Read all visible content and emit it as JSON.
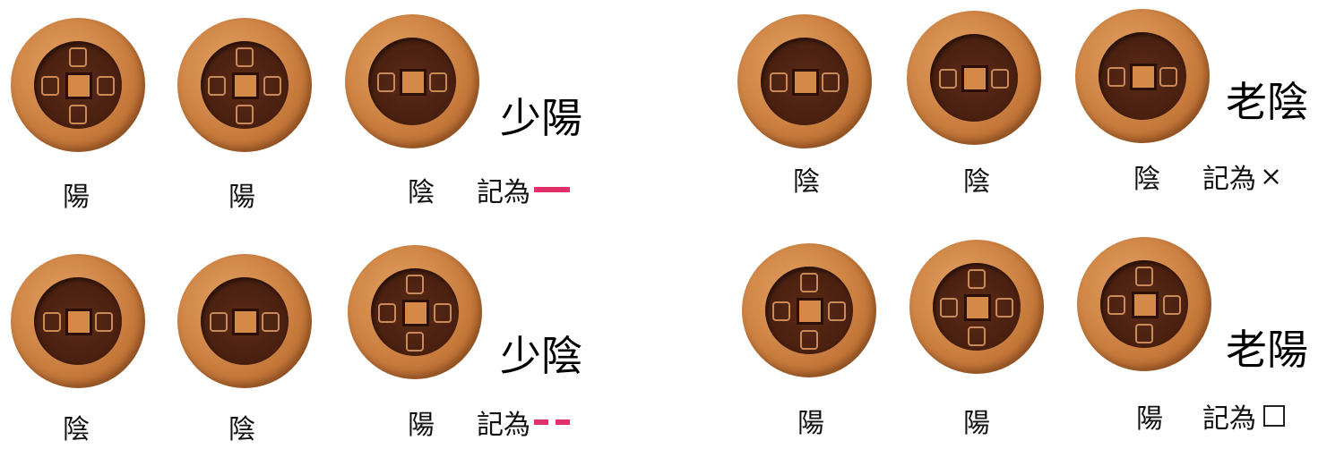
{
  "colors": {
    "coin_rim": "#cf8545",
    "coin_face": "#4a2010",
    "accent_line": "#e0306a"
  },
  "groups": [
    {
      "id": "shaoyang",
      "name": "少陽",
      "coins": [
        "陽",
        "陽",
        "陰"
      ],
      "record_label": "記為",
      "symbol": "solid-line"
    },
    {
      "id": "laoyin",
      "name": "老陰",
      "coins": [
        "陰",
        "陰",
        "陰"
      ],
      "record_label": "記為",
      "symbol": "×"
    },
    {
      "id": "shaoyin",
      "name": "少陰",
      "coins": [
        "陰",
        "陰",
        "陽"
      ],
      "record_label": "記為",
      "symbol": "broken-line"
    },
    {
      "id": "laoyang",
      "name": "老陽",
      "coins": [
        "陽",
        "陽",
        "陽"
      ],
      "record_label": "記為",
      "symbol": "□"
    }
  ]
}
